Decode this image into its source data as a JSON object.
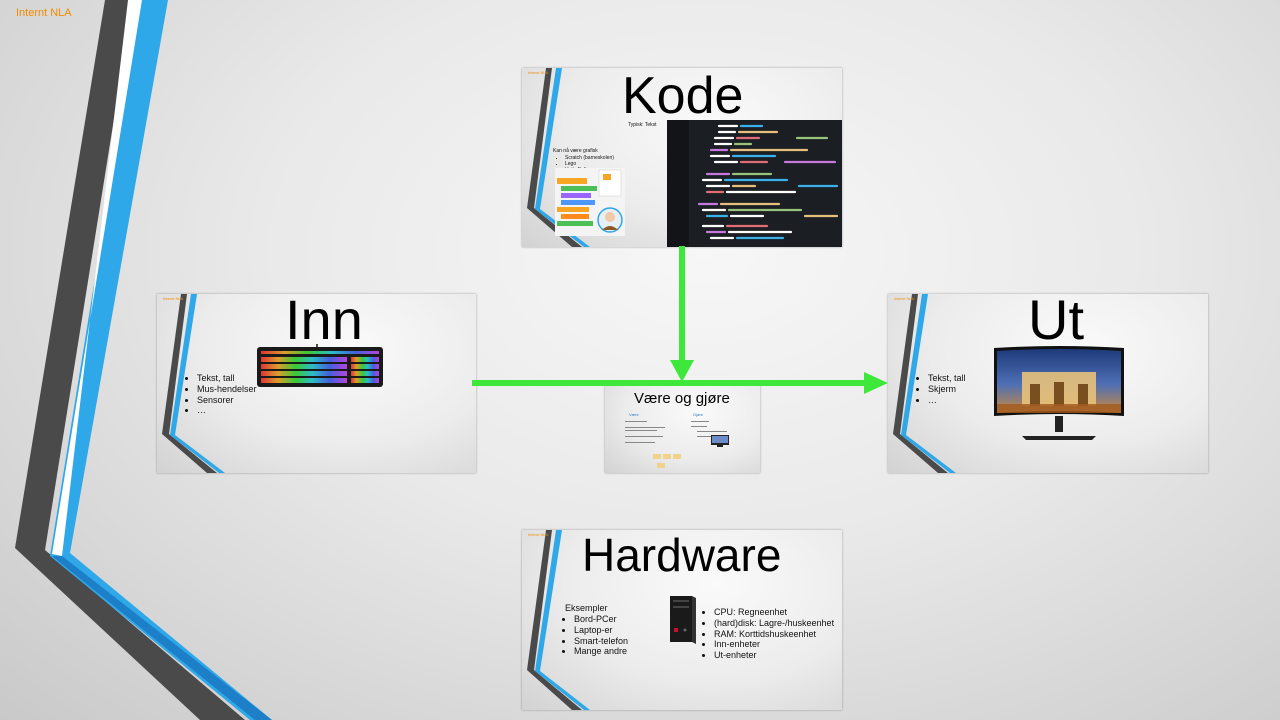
{
  "header": {
    "label": "Internt NLA"
  },
  "colors": {
    "accent_blue": "#2ea8e8",
    "dark_stripe": "#4a4a4a",
    "arrow_green": "#3ee83a",
    "label_orange": "#f28c00"
  },
  "slides": {
    "kode": {
      "title": "Kode",
      "typical": "Typisk: Tekst",
      "intro": "Kan nå være grafisk",
      "items": [
        "Scratch (barneskolen)",
        "Lego",
        "Unity Bolt"
      ]
    },
    "inn": {
      "title": "Inn",
      "items": [
        "Tekst, tall",
        "Mus-hendelser",
        "Sensorer",
        "…"
      ]
    },
    "vaere": {
      "title": "Være og gjøre",
      "col1": "Være",
      "col2": "Gjøre"
    },
    "ut": {
      "title": "Ut",
      "items": [
        "Tekst, tall",
        "Skjerm",
        "…"
      ]
    },
    "hardware": {
      "title": "Hardware",
      "intro": "Eksempler",
      "examples": [
        "Bord-PCer",
        "Laptop-er",
        "Smart-telefon",
        "Mange andre"
      ],
      "parts": [
        "CPU: Regneenhet",
        "(hard)disk: Lagre-/huskeenhet",
        "RAM: Korttidshuskeenhet",
        "Inn-enheter",
        "Ut-enheter"
      ]
    }
  }
}
